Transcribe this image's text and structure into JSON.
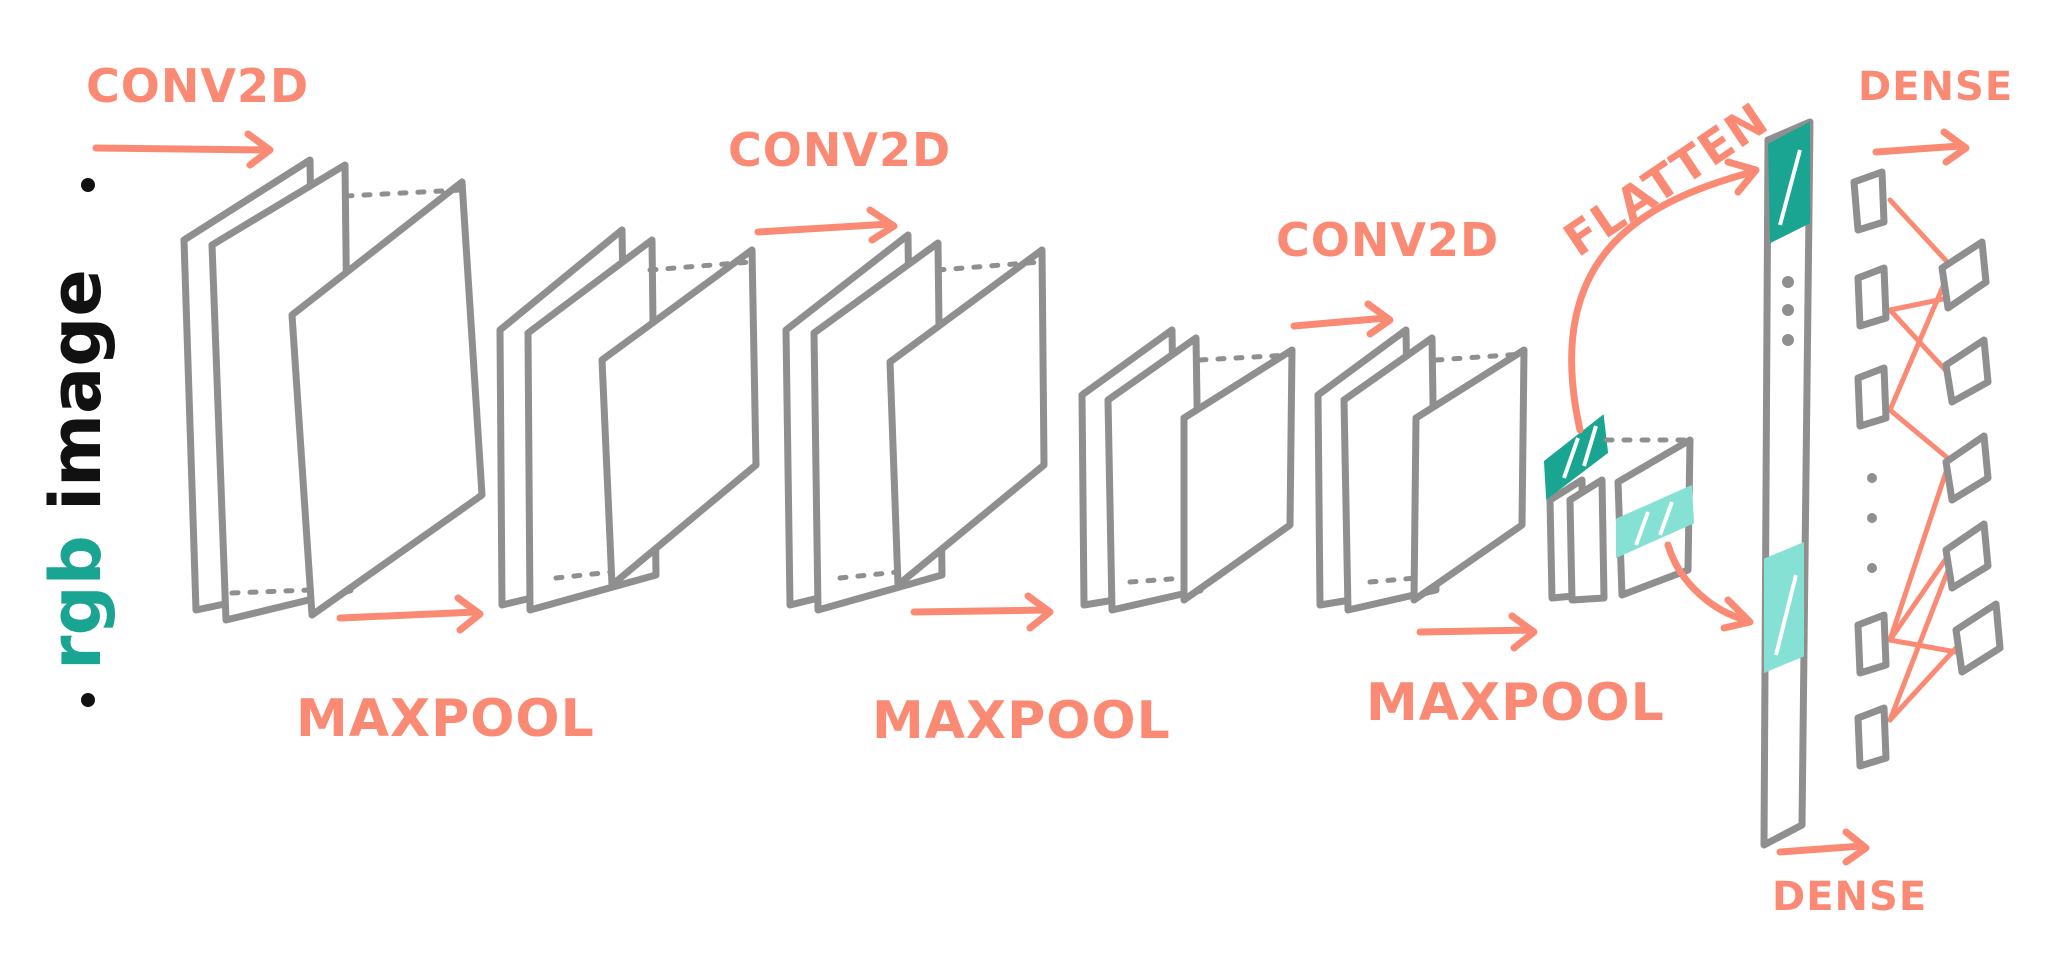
{
  "input_label": {
    "prefix": "rgb",
    "suffix": " image"
  },
  "labels": {
    "conv_1": "CONV2D",
    "conv_2": "CONV2D",
    "conv_3": "CONV2D",
    "maxpool_1": "MAXPOOL",
    "maxpool_2": "MAXPOOL",
    "maxpool_3": "MAXPOOL",
    "flatten": "FLATTEN",
    "dense_top": "DENSE",
    "dense_bottom": "DENSE"
  },
  "colors": {
    "accent": "#fb8a74",
    "outline": "#8f8f8f",
    "teal_dark": "#1aa592",
    "teal_light": "#86e1d5",
    "text_dark": "#111111"
  }
}
